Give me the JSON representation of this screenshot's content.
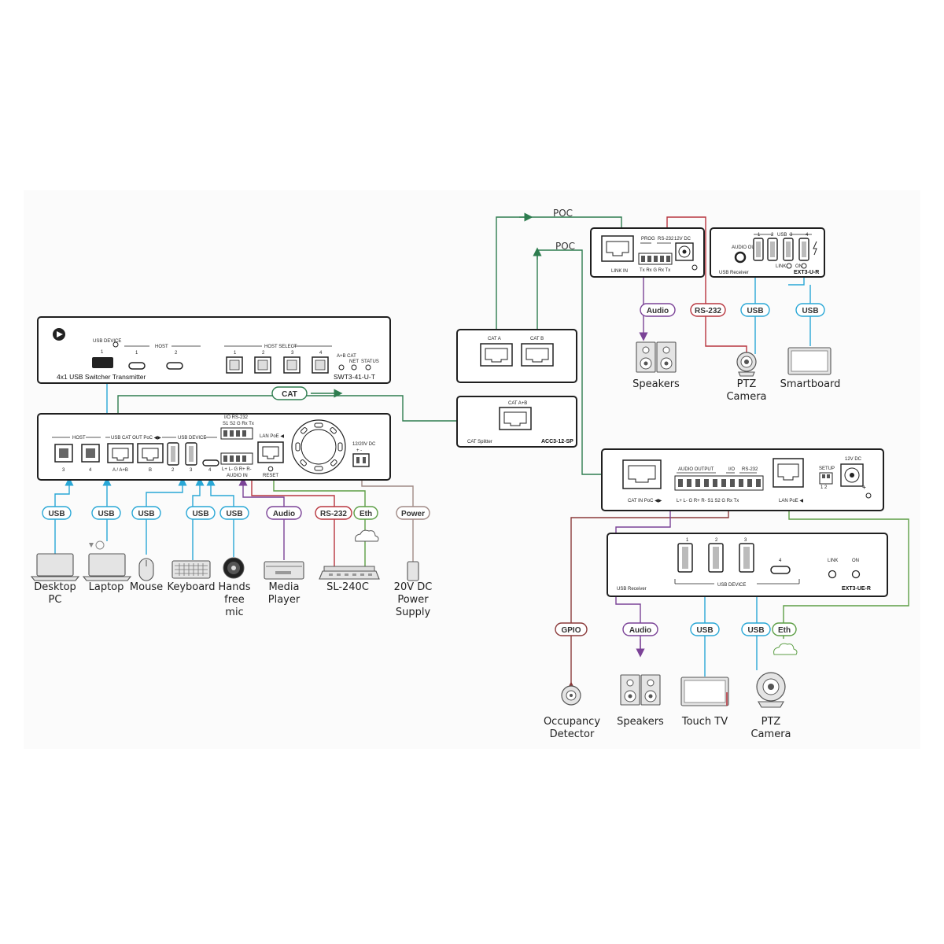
{
  "colors": {
    "usb": "#29a7d6",
    "cat": "#2e7d4f",
    "eth": "#5c9e45",
    "audio": "#7b4397",
    "rs232": "#b8363f",
    "power": "#a08a86",
    "gpio": "#8b3a3a",
    "device": "#1f1f1f",
    "background": "#fbfbfb"
  },
  "transmitter": {
    "front": {
      "title": "4x1 USB Switcher Transmitter",
      "model": "SWT3-41-U-T",
      "usb_device_label": "USB DEVICE",
      "usb_device_num": "1",
      "host_label": "HOST",
      "host_nums": [
        "1",
        "2"
      ],
      "host_select_label": "HOST SELECT",
      "host_select_nums": [
        "1",
        "2",
        "3",
        "4"
      ],
      "led_labels": [
        "A+B CAT",
        "NET",
        "STATUS"
      ]
    },
    "rear": {
      "host_label": "HOST",
      "host_nums": [
        "3",
        "4"
      ],
      "usb_cat_out_label": "USB CAT OUT PoC ◀▶",
      "cat_port_labels": [
        "A / A+B",
        "B"
      ],
      "usb_device_label": "USB DEVICE",
      "usb_device_nums": [
        "2",
        "3",
        "4"
      ],
      "io_label": "I/O  RS-232",
      "io_pins": "S1 S2  G  Rx  Tx",
      "audio_pins": "L+ L-  G  R+  R-",
      "audio_in_label": "AUDIO IN",
      "lan_label": "LAN PoE ◀",
      "reset_label": "RESET",
      "dc_label": "12/20V DC",
      "dc_pins": "+  -"
    }
  },
  "splitter": {
    "cat_a": "CAT A",
    "cat_b": "CAT B",
    "cat_ab": "CAT A+B",
    "title": "CAT Splitter",
    "model": "ACC3-12-SP"
  },
  "receiver_top": {
    "link_in": "LINK IN",
    "prog_label": "PROG",
    "rs232_label": "RS-232",
    "pins": "Tx Rx  G  Rx  Tx",
    "dc_label": "12V DC",
    "audio_out": "AUDIO OUT",
    "usb_label": "USB",
    "usb_nums": [
      "1",
      "2",
      "3",
      "4"
    ],
    "title": "USB Receiver",
    "link": "LINK",
    "on": "ON",
    "model": "EXT3-U-R"
  },
  "receiver_bottom": {
    "cat_in": "CAT IN PoC ◀▶",
    "audio_output": "AUDIO OUTPUT",
    "io_label": "I/O",
    "rs232_label": "RS-232",
    "pins": "L+  L-  G  R+  R-  S1  S2  G  Rx  Tx",
    "lan_label": "LAN PoE ◀",
    "setup_label": "SETUP",
    "setup_nums": "1  2",
    "dc_label": "12V DC",
    "usb_nums": [
      "1",
      "2",
      "3"
    ],
    "usb4": "4",
    "usb_device_label": "USB DEVICE",
    "title": "USB Receiver",
    "link": "LINK",
    "on": "ON",
    "model": "EXT3-UE-R"
  },
  "signals": {
    "usb": "USB",
    "cat": "CAT",
    "audio": "Audio",
    "rs232": "RS-232",
    "eth": "Eth",
    "power": "Power",
    "gpio": "GPIO",
    "poc": "POC"
  },
  "endpoints": {
    "desktop_pc": "Desktop PC",
    "laptop": "Laptop",
    "mouse": "Mouse",
    "keyboard": "Keyboard",
    "hands_free_mic": "Hands free mic",
    "media_player": "Media Player",
    "sl240c": "SL-240C",
    "power_supply": "20V DC Power Supply",
    "speakers_top": "Speakers",
    "ptz_top": "PTZ Camera",
    "smartboard": "Smartboard",
    "occupancy_detector": "Occupancy Detector",
    "speakers_bottom": "Speakers",
    "touch_tv": "Touch TV",
    "ptz_bottom": "PTZ Camera"
  }
}
